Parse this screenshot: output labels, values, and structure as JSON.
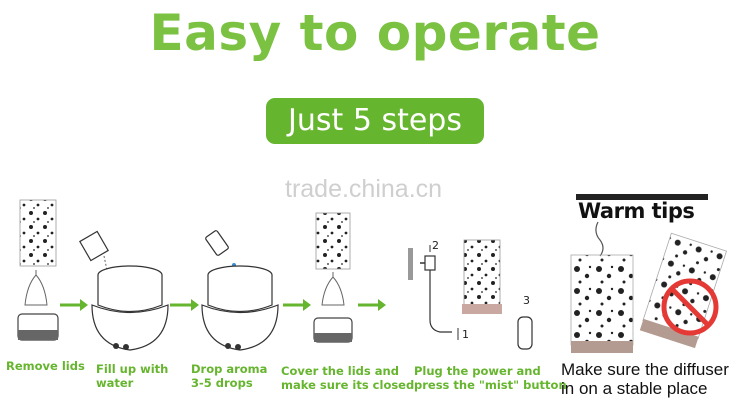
{
  "header": {
    "title": "Easy to operate",
    "subtitle": "Just 5 steps",
    "watermark": "trade.china.cn"
  },
  "steps": [
    {
      "caption": "Remove lids"
    },
    {
      "caption": "Fill up with\nwater"
    },
    {
      "caption": "Drop aroma\n3-5 drops"
    },
    {
      "caption": "Cover the lids and\nmake sure its closed"
    },
    {
      "caption": "Plug the power and\npress the \"mist\" button",
      "numbers": [
        "2",
        "1",
        "3"
      ]
    }
  ],
  "warm_tips": {
    "title": "Warm tips",
    "text": "Make sure the diffuser\nin on a stable place"
  },
  "colors": {
    "accent": "#7cc242",
    "pill": "#66b52e",
    "arrow": "#66b52e",
    "caption": "#66b52e",
    "prohibit": "#e53935"
  }
}
